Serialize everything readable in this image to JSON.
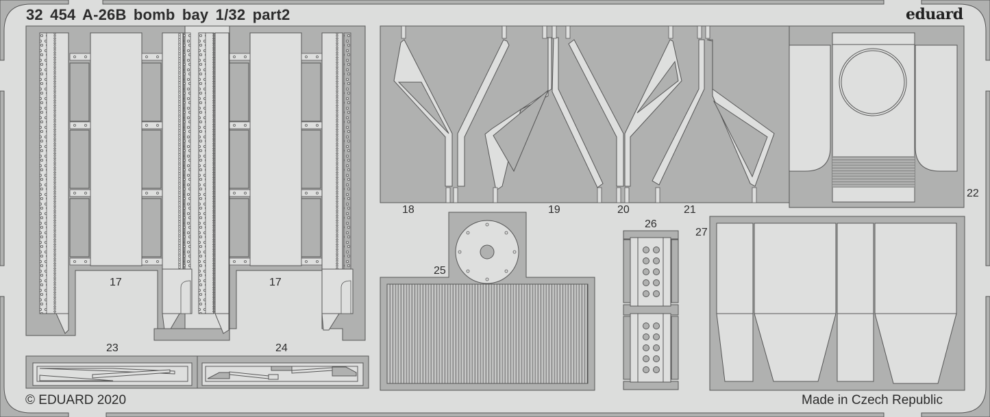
{
  "sheet": {
    "title": "32 454  A-26B  bomb bay   1/32   part2",
    "brand": "eduard",
    "copyright": "© EDUARD 2020",
    "origin": "Made in Czech Republic"
  },
  "colors": {
    "background": "#dcdddc",
    "fret": "#b0b1b0",
    "part": "#dedfde",
    "outline": "#555555",
    "text": "#2b2b2b"
  },
  "parts": [
    {
      "number": "17",
      "description": "bomb bay side panel (left)"
    },
    {
      "number": "17",
      "description": "bomb bay side panel (right)"
    },
    {
      "number": "18",
      "description": "bomb rack strut"
    },
    {
      "number": "19",
      "description": "bomb rack strut"
    },
    {
      "number": "20",
      "description": "bomb rack strut"
    },
    {
      "number": "21",
      "description": "bomb rack strut"
    },
    {
      "number": "22",
      "description": "bulkhead with circular hatch"
    },
    {
      "number": "23",
      "description": "linkage set"
    },
    {
      "number": "24",
      "description": "linkage set"
    },
    {
      "number": "25",
      "description": "ribbed panel with round cover"
    },
    {
      "number": "26",
      "description": "connector plates with holes"
    },
    {
      "number": "27",
      "description": "tapered panels"
    }
  ],
  "labels": {
    "p17a": "17",
    "p17b": "17",
    "p18": "18",
    "p19": "19",
    "p20": "20",
    "p21": "21",
    "p22": "22",
    "p23": "23",
    "p24": "24",
    "p25": "25",
    "p26": "26",
    "p27": "27"
  }
}
